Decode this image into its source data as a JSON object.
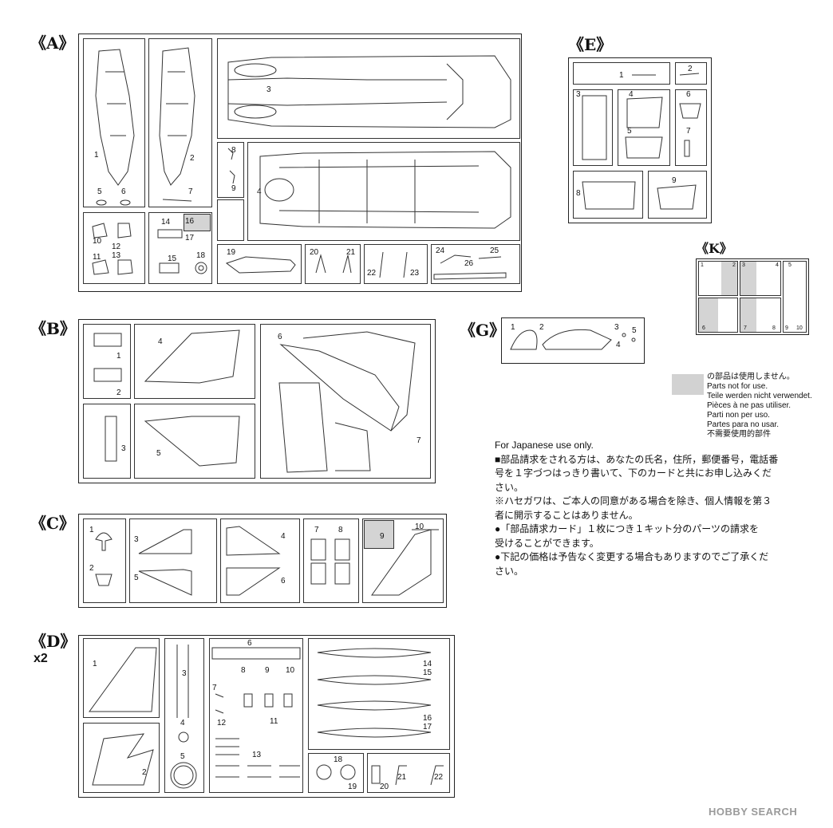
{
  "sprues": {
    "a": {
      "label": "《A》",
      "parts": [
        "1",
        "2",
        "3",
        "4",
        "5",
        "6",
        "7",
        "8",
        "9",
        "10",
        "11",
        "12",
        "13",
        "14",
        "15",
        "16",
        "17",
        "18",
        "19",
        "20",
        "21",
        "22",
        "23",
        "24",
        "25",
        "26"
      ]
    },
    "b": {
      "label": "《B》",
      "parts": [
        "1",
        "2",
        "3",
        "4",
        "5",
        "6",
        "7"
      ]
    },
    "c": {
      "label": "《C》",
      "parts": [
        "1",
        "2",
        "3",
        "4",
        "5",
        "6",
        "7",
        "8",
        "9",
        "10"
      ]
    },
    "d": {
      "label": "《D》",
      "qty": "x2",
      "parts": [
        "1",
        "2",
        "3",
        "4",
        "5",
        "6",
        "7",
        "8",
        "9",
        "10",
        "11",
        "12",
        "13",
        "14",
        "15",
        "16",
        "17",
        "18",
        "19",
        "20",
        "21",
        "22"
      ]
    },
    "e": {
      "label": "《E》",
      "parts": [
        "1",
        "2",
        "3",
        "4",
        "5",
        "6",
        "7",
        "8",
        "9"
      ]
    },
    "g": {
      "label": "《G》",
      "parts": [
        "1",
        "2",
        "3",
        "4",
        "5"
      ]
    },
    "k": {
      "label": "《K》",
      "parts": [
        "1",
        "2",
        "3",
        "4",
        "5",
        "6",
        "7",
        "8",
        "9",
        "10"
      ]
    }
  },
  "legend": {
    "lines": [
      "の部品は使用しません。",
      "Parts not for use.",
      "Teile werden nicht verwendet.",
      "Pièces à ne pas utiliser.",
      "Parti non per uso.",
      "Partes para no usar.",
      "不需要使用的部件"
    ]
  },
  "notes": {
    "heading": "For Japanese use only.",
    "lines": [
      "■部品請求をされる方は、あなたの氏名，住所，郵便番号，電話番",
      "号を１字づつはっきり書いて、下のカードと共にお申し込みくだ",
      "さい。",
      "※ハセガワは、ご本人の同意がある場合を除き、個人情報を第３",
      "者に開示することはありません。",
      "●「部品請求カード」１枚につき１キット分のパーツの請求を",
      "受けることができます。",
      "●下記の価格は予告なく変更する場合もありますのでご了承くだ",
      "さい。"
    ]
  },
  "watermark": "HOBBY SEARCH",
  "colors": {
    "unused_part": "#d4d4d4",
    "line": "#333333"
  }
}
